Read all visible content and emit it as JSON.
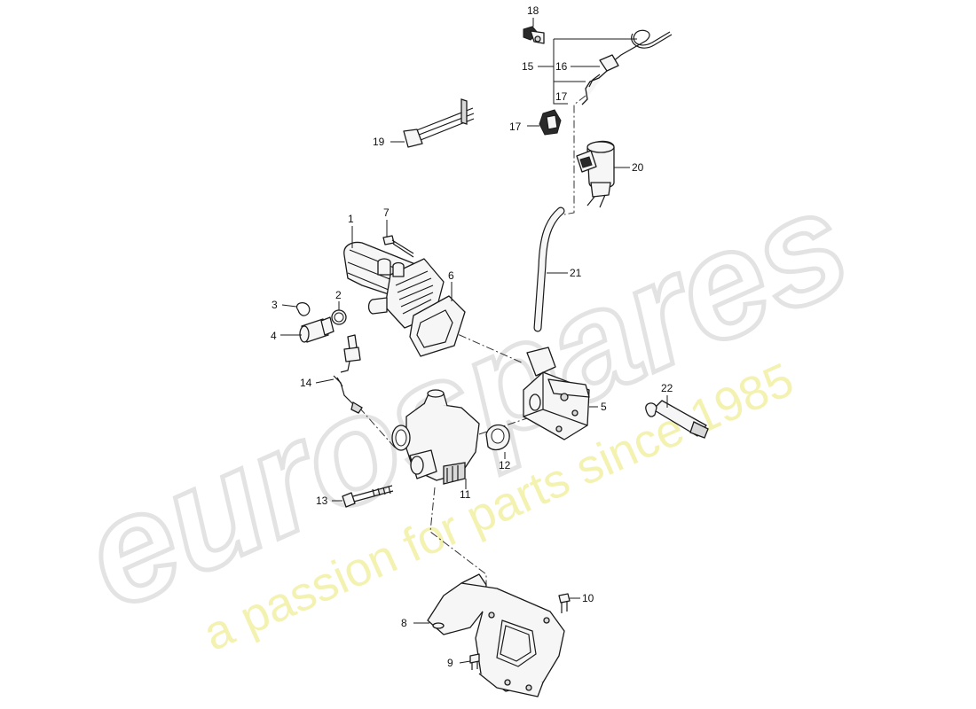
{
  "watermark": {
    "brand": "eurospares",
    "slogan": "a passion for parts since 1985",
    "brand_color": "#e6e6e6",
    "slogan_color": "#f1ef9e"
  },
  "callouts": [
    "1",
    "2",
    "3",
    "4",
    "5",
    "6",
    "7",
    "8",
    "9",
    "10",
    "11",
    "12",
    "13",
    "14",
    "15",
    "16",
    "17",
    "17",
    "18",
    "19",
    "20",
    "21",
    "22"
  ],
  "colors": {
    "line": "#1a1a1a",
    "fill": "#f6f6f6"
  }
}
